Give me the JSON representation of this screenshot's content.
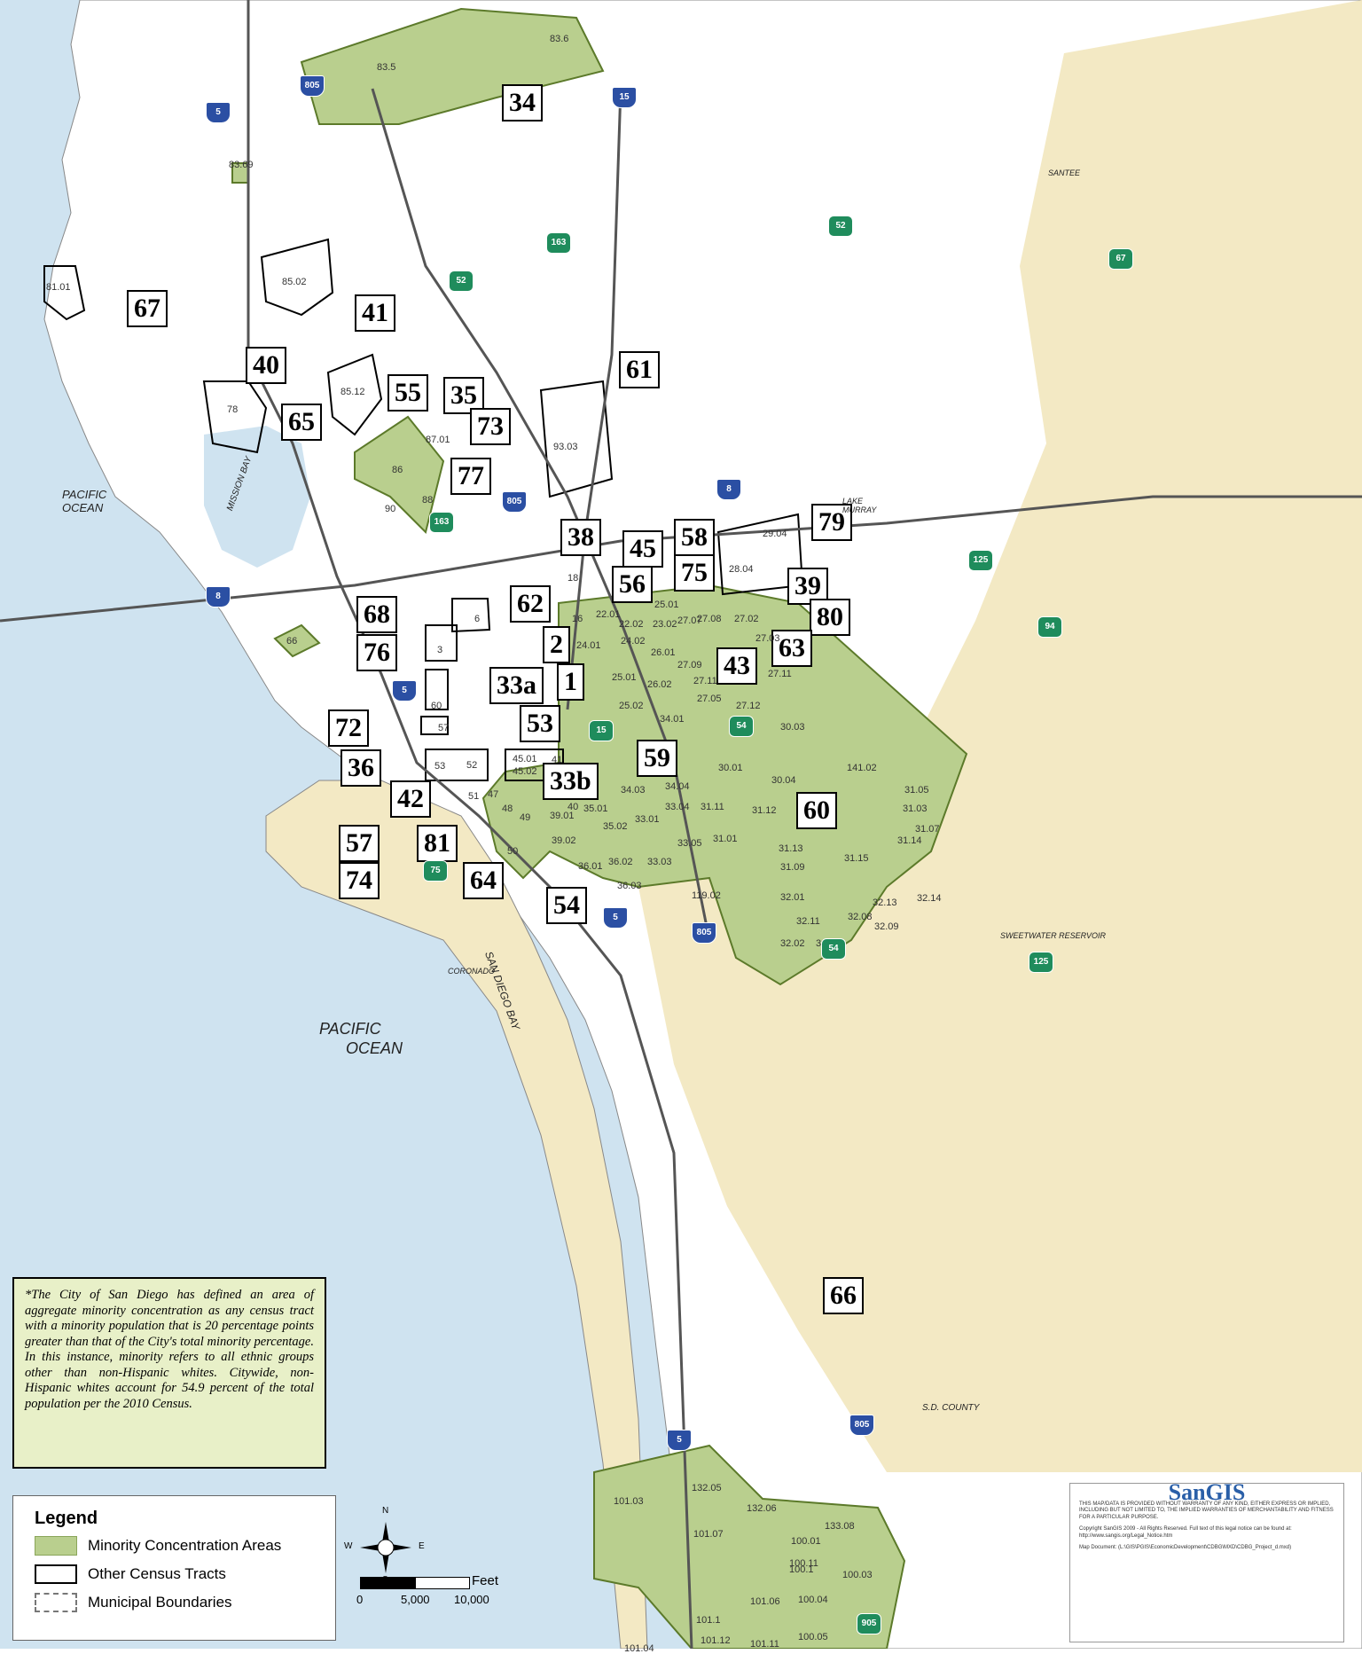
{
  "colors": {
    "minority": "#b9cf8e",
    "minority_stroke": "#5c7a2a",
    "county": "#f3e9c4",
    "water": "#cfe3f0",
    "land": "#ffffff",
    "interstate": "#2b4fa3",
    "state_route": "#1f8c5c"
  },
  "callouts": [
    "34",
    "67",
    "41",
    "40",
    "65",
    "55",
    "35",
    "73",
    "77",
    "61",
    "38",
    "45",
    "58",
    "79",
    "56",
    "75",
    "39",
    "80",
    "62",
    "68",
    "76",
    "2",
    "63",
    "43",
    "1",
    "33a",
    "53",
    "72",
    "36",
    "42",
    "33b",
    "59",
    "60",
    "57",
    "81",
    "74",
    "64",
    "54",
    "66"
  ],
  "tract_labels": [
    "83.6",
    "83.5",
    "83.69",
    "85.02",
    "81.01",
    "85.12",
    "78",
    "87.01",
    "86",
    "90",
    "88",
    "93.03",
    "29.04",
    "28.04",
    "18",
    "6",
    "3",
    "66",
    "16",
    "22.01",
    "22.02",
    "23.02",
    "25.01",
    "24.01",
    "24.02",
    "26.01",
    "27.09",
    "27.08",
    "27.07",
    "27.02",
    "27.03",
    "27.11",
    "25.01",
    "26.02",
    "27.05",
    "27.12",
    "27.11",
    "25.02",
    "34.01",
    "30.03",
    "60",
    "57",
    "53",
    "52",
    "45.01",
    "45.02",
    "41",
    "51",
    "47",
    "49",
    "48",
    "39.01",
    "40",
    "35.01",
    "34.03",
    "34.04",
    "33.04",
    "31.11",
    "30.01",
    "30.04",
    "31.12",
    "141.02",
    "31.05",
    "31.03",
    "31.07",
    "31.14",
    "33.01",
    "35.02",
    "39.02",
    "50",
    "36.01",
    "36.02",
    "33.03",
    "33.05",
    "31.01",
    "31.13",
    "31.09",
    "31.15",
    "36.03",
    "119.02",
    "32.01",
    "32.11",
    "32.08",
    "32.13",
    "32.09",
    "32.14",
    "32.02",
    "32.12",
    "132.05",
    "101.03",
    "132.06",
    "133.08",
    "100.01",
    "101.07",
    "100.11",
    "100.1",
    "100.03",
    "101.06",
    "100.04",
    "101.1",
    "101.12",
    "101.04",
    "101.11",
    "100.05"
  ],
  "highways": {
    "interstates": [
      "805",
      "5",
      "15",
      "805",
      "8",
      "8",
      "5",
      "5",
      "805",
      "5",
      "805"
    ],
    "routes": [
      "163",
      "52",
      "52",
      "163",
      "67",
      "125",
      "94",
      "15",
      "54",
      "54",
      "125",
      "75",
      "905"
    ]
  },
  "places": {
    "pacific_ocean_1": "PACIFIC\nOCEAN",
    "mission_bay": "MISSION BAY",
    "lake_murray": "LAKE\nMURRAY",
    "sweetwater": "SWEETWATER RESERVOIR",
    "san_diego_bay": "SAN DIEGO BAY",
    "pacific_ocean_2": "PACIFIC",
    "pacific_ocean_3": "OCEAN",
    "santee": "SANTEE",
    "coronado": "CORONADO",
    "sd_county": "S.D. COUNTY"
  },
  "note": "*The City of San Diego has defined an area of aggregate minority concentration as any census tract with a minority population that is 20 percentage points greater than that of the City's total minority percentage. In this instance, minority refers to all ethnic groups other than non-Hispanic whites. Citywide, non-Hispanic whites account for 54.9 percent of the total population per the 2010 Census.",
  "legend": {
    "title": "Legend",
    "items": [
      "Minority Concentration Areas",
      "Other Census Tracts",
      "Municipal Boundaries"
    ]
  },
  "scale": {
    "unit": "Feet",
    "ticks": [
      "0",
      "5,000",
      "10,000"
    ]
  },
  "compass": {
    "n": "N",
    "s": "S",
    "e": "E",
    "w": "W"
  },
  "sangis": {
    "logo": "SanGIS",
    "disclaimer": "THIS MAP/DATA IS PROVIDED WITHOUT WARRANTY OF ANY KIND, EITHER EXPRESS OR IMPLIED, INCLUDING BUT NOT LIMITED TO, THE IMPLIED WARRANTIES OF MERCHANTABILITY AND FITNESS FOR A PARTICULAR PURPOSE.",
    "copyright": "Copyright SanGIS 2009 - All Rights Reserved. Full text of this legal notice can be found at: http://www.sangis.org/Legal_Notice.htm",
    "doc": "Map Document: (L:\\GIS\\PGIS\\EconomicDevelopment\\CDBG\\MXD\\CDBG_Project_d.mxd)"
  }
}
